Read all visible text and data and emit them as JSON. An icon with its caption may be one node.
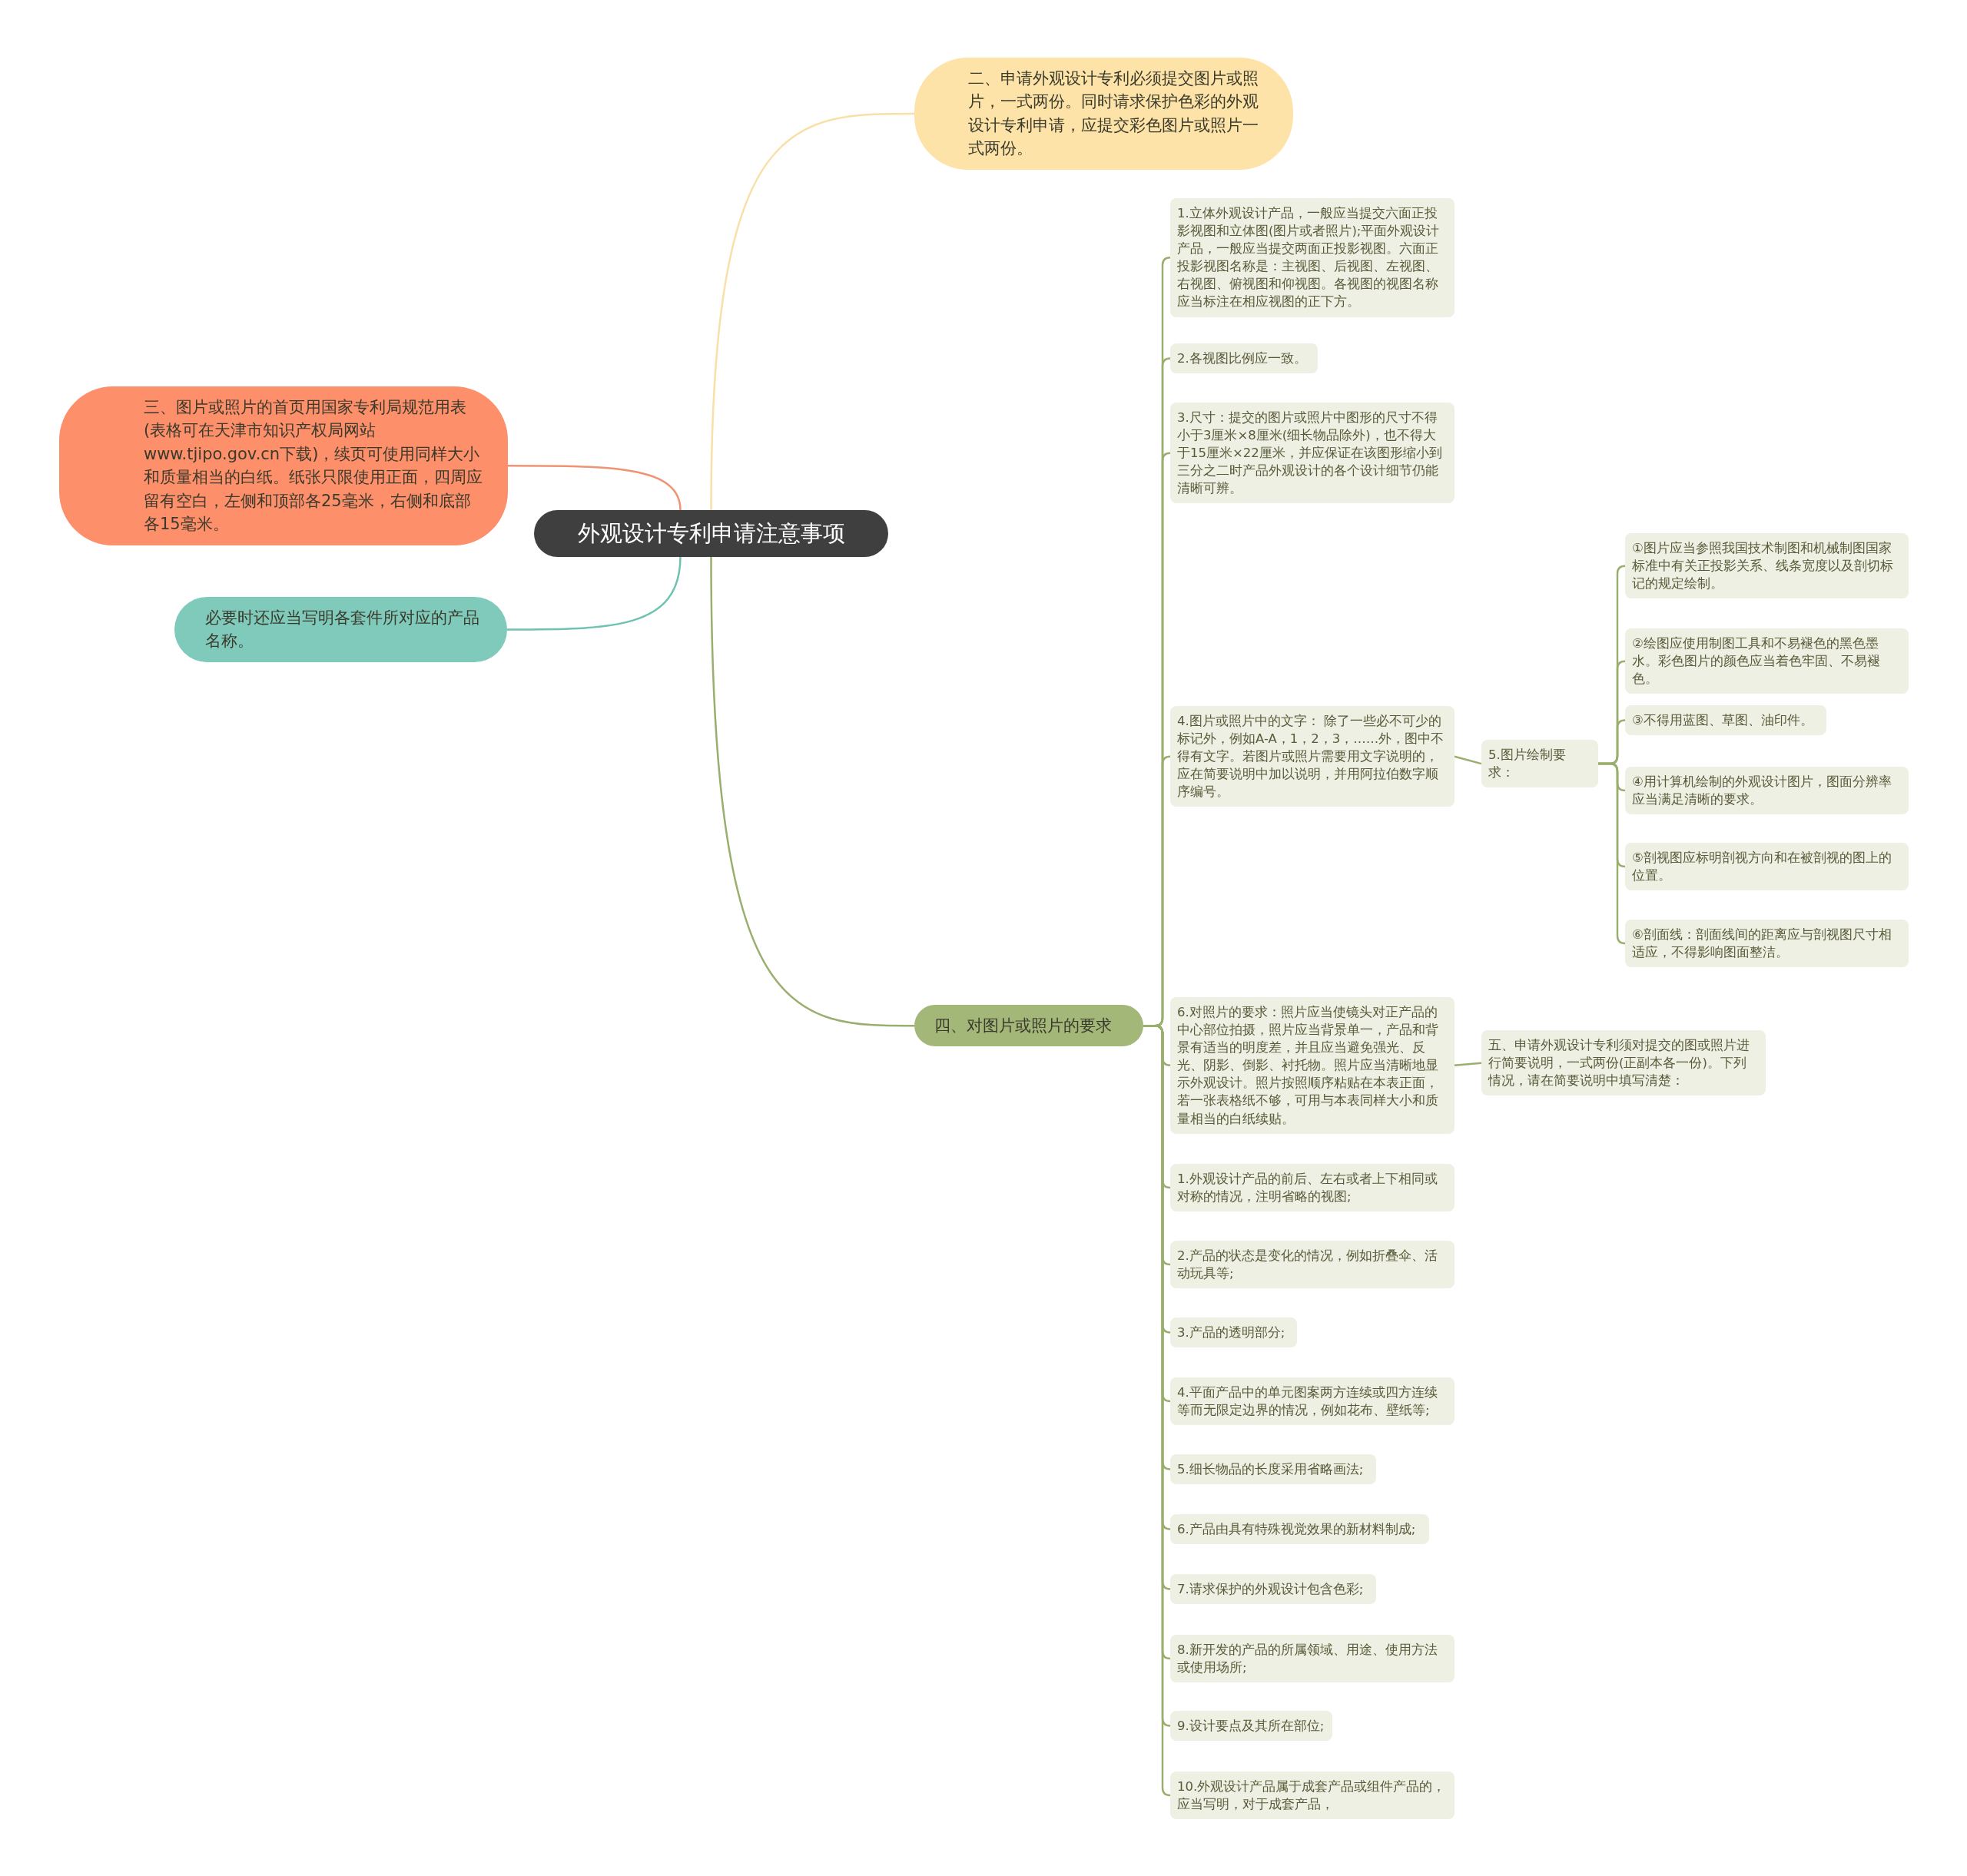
{
  "diagram": {
    "nodes": [
      {
        "text": [
          "外观设计专利申请注意事项"
        ]
      },
      {
        "text": [
          "二、申请外观设计专利必须提交图片或照片，一式两份。同时请求保护色彩的外观设计专利申请，应提交彩色图片或照片一式两份。"
        ]
      },
      {
        "text": [
          "三、图片或照片的首页用国家专利局规范用表(表格可在天津市知识产权局网站www.tjipo.gov.cn下载)，续页可使用同样大小和质量相当的白纸。纸张只限使用正面，四周应留有空白，左侧和顶部各25毫米，右侧和底部各15毫米。"
        ]
      },
      {
        "text": [
          "必要时还应当写明各套件所对应的产品名称。"
        ]
      },
      {
        "text": [
          "四、对图片或照片的要求"
        ]
      },
      {
        "text": [
          "1.立体外观设计产品，一般应当提交六面正投影视图和立体图(图片或者照片);平面外观设计产品，一般应当提交两面正投影视图。六面正投影视图名称是：主视图、后视图、左视图、右视图、俯视图和仰视图。各视图的视图名称应当标注在相应视图的正下方。"
        ]
      },
      {
        "text": [
          "2.各视图比例应一致。"
        ]
      },
      {
        "text": [
          "3.尺寸：提交的图片或照片中图形的尺寸不得小于3厘米×8厘米(细长物品除外)，也不得大于15厘米×22厘米，并应保证在该图形缩小到三分之二时产品外观设计的各个设计细节仍能清晰可辨。"
        ]
      },
      {
        "text": [
          "4.图片或照片中的文字： 除了一些必不可少的标记外，例如A-A，1，2，3，……外，图中不得有文字。若图片或照片需要用文字说明的，应在简要说明中加以说明，并用阿拉伯数字顺序编号。"
        ]
      },
      {
        "text": [
          "5.图片绘制要求："
        ]
      },
      {
        "text": [
          "①图片应当参照我国技术制图和机械制图国家标准中有关正投影关系、线条宽度以及剖切标记的规定绘制。"
        ]
      },
      {
        "text": [
          "②绘图应使用制图工具和不易褪色的黑色墨水。彩色图片的颜色应当着色牢固、不易褪色。"
        ]
      },
      {
        "text": [
          "③不得用蓝图、草图、油印件。"
        ]
      },
      {
        "text": [
          "④用计算机绘制的外观设计图片，图面分辨率应当满足清晰的要求。"
        ]
      },
      {
        "text": [
          "⑤剖视图应标明剖视方向和在被剖视的图上的位置。"
        ]
      },
      {
        "text": [
          "⑥剖面线：剖面线间的距离应与剖视图尺寸相适应，不得影响图面整洁。"
        ]
      },
      {
        "text": [
          "6.对照片的要求：照片应当使镜头对正产品的中心部位拍摄，照片应当背景单一，产品和背景有适当的明度差，并且应当避免强光、反光、阴影、倒影、衬托物。照片应当清晰地显示外观设计。照片按照顺序粘贴在本表正面，若一张表格纸不够，可用与本表同样大小和质量相当的白纸续贴。"
        ]
      },
      {
        "text": [
          "五、申请外观设计专利须对提交的图或照片进行简要说明，一式两份(正副本各一份)。下列情况，请在简要说明中填写清楚："
        ]
      },
      {
        "text": [
          "1.外观设计产品的前后、左右或者上下相同或对称的情况，注明省略的视图;"
        ]
      },
      {
        "text": [
          "2.产品的状态是变化的情况，例如折叠伞、活动玩具等;"
        ]
      },
      {
        "text": [
          "3.产品的透明部分;"
        ]
      },
      {
        "text": [
          "4.平面产品中的单元图案两方连续或四方连续等而无限定边界的情况，例如花布、壁纸等;"
        ]
      },
      {
        "text": [
          "5.细长物品的长度采用省略画法;"
        ]
      },
      {
        "text": [
          "6.产品由具有特殊视觉效果的新材料制成;"
        ]
      },
      {
        "text": [
          "7.请求保护的外观设计包含色彩;"
        ]
      },
      {
        "text": [
          "8.新开发的产品的所属领域、用途、使用方法或使用场所;"
        ]
      },
      {
        "text": [
          "9.设计要点及其所在部位;"
        ]
      },
      {
        "text": [
          "10.外观设计产品属于成套产品或组件产品的，应当写明，对于成套产品，"
        ]
      }
    ],
    "edges": [
      {
        "from": 0,
        "to": 1,
        "arrow": "none",
        "color": "#f8e0a8"
      },
      {
        "from": 0,
        "to": 2,
        "arrow": "none",
        "color": "#f09374"
      },
      {
        "from": 0,
        "to": 3,
        "arrow": "none",
        "color": "#6fc1b1"
      },
      {
        "from": 0,
        "to": 4,
        "arrow": "none"
      },
      {
        "from": 4,
        "to": 5,
        "arrow": "none"
      },
      {
        "from": 4,
        "to": 6,
        "arrow": "none"
      },
      {
        "from": 4,
        "to": 7,
        "arrow": "none"
      },
      {
        "from": 4,
        "to": 8,
        "arrow": "none"
      },
      {
        "from": 8,
        "to": 9,
        "arrow": "none"
      },
      {
        "from": 9,
        "to": 10,
        "arrow": "none"
      },
      {
        "from": 9,
        "to": 11,
        "arrow": "none"
      },
      {
        "from": 9,
        "to": 12,
        "arrow": "none"
      },
      {
        "from": 9,
        "to": 13,
        "arrow": "none"
      },
      {
        "from": 9,
        "to": 14,
        "arrow": "none"
      },
      {
        "from": 9,
        "to": 15,
        "arrow": "none"
      },
      {
        "from": 4,
        "to": 16,
        "arrow": "none"
      },
      {
        "from": 16,
        "to": 17,
        "arrow": "none"
      },
      {
        "from": 4,
        "to": 18,
        "arrow": "none"
      },
      {
        "from": 4,
        "to": 19,
        "arrow": "none"
      },
      {
        "from": 4,
        "to": 20,
        "arrow": "none"
      },
      {
        "from": 4,
        "to": 21,
        "arrow": "none"
      },
      {
        "from": 4,
        "to": 22,
        "arrow": "none"
      },
      {
        "from": 4,
        "to": 23,
        "arrow": "none"
      },
      {
        "from": 4,
        "to": 24,
        "arrow": "none"
      },
      {
        "from": 4,
        "to": 25,
        "arrow": "none"
      },
      {
        "from": 4,
        "to": 26,
        "arrow": "none"
      },
      {
        "from": 4,
        "to": 27,
        "arrow": "none"
      }
    ]
  }
}
